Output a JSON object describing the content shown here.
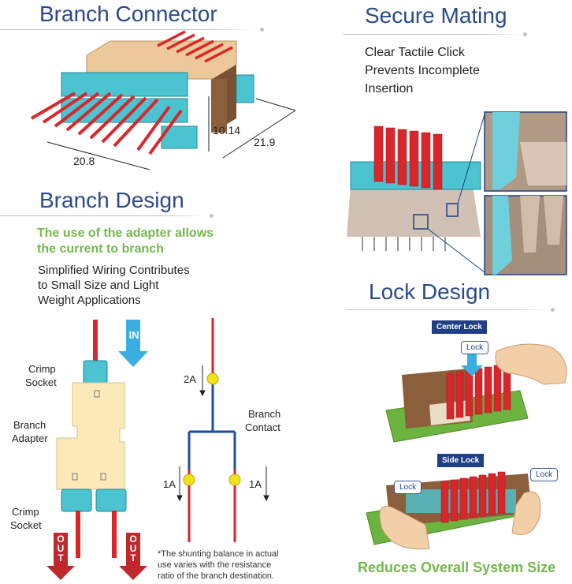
{
  "branch_connector": {
    "title": "Branch Connector",
    "dim_height": "10.14",
    "dim_depth": "21.9",
    "dim_width": "20.8"
  },
  "secure_mating": {
    "title": "Secure Mating",
    "line1": "Clear Tactile Click",
    "line2": "Prevents Incomplete",
    "line3": "Insertion"
  },
  "branch_design": {
    "title": "Branch Design",
    "highlight1": "The use of the adapter allows",
    "highlight2": "the current to branch",
    "desc1": "Simplified Wiring Contributes",
    "desc2": "to Small Size and Light",
    "desc3": "Weight Applications",
    "in_label": "IN",
    "out_label": "OUT",
    "crimp_socket_top_1": "Crimp",
    "crimp_socket_top_2": "Socket",
    "branch_adapter_1": "Branch",
    "branch_adapter_2": "Adapter",
    "crimp_socket_bottom_1": "Crimp",
    "crimp_socket_bottom_2": "Socket",
    "current_in": "2A",
    "current_left": "1A",
    "current_right": "1A",
    "branch_contact_1": "Branch",
    "branch_contact_2": "Contact",
    "note1": "*The shunting balance in actual",
    "note2": "use varies with the resistance",
    "note3": "ratio of the branch destination."
  },
  "lock_design": {
    "title": "Lock Design",
    "center_lock_badge": "Center Lock",
    "side_lock_badge": "Side Lock",
    "lock_label": "Lock",
    "tagline": "Reduces Overall System Size"
  },
  "colors": {
    "heading": "#2b4a8c",
    "green": "#74b84a",
    "red": "#d8262b",
    "cyan": "#4cc3d0",
    "arrow_in": "#3aaee0",
    "arrow_out": "#c0282c"
  }
}
